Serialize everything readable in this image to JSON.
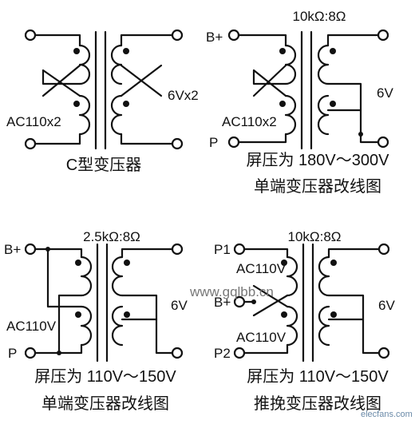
{
  "panels": {
    "c_type": {
      "left_label": "AC110x2",
      "right_label": "6Vx2",
      "caption": "C型变压器"
    },
    "single_180_300": {
      "ratio": "10kΩ:8Ω",
      "input_top": "B+",
      "input_bottom": "P",
      "left_label": "AC110x2",
      "right_label": "6V",
      "caption_line1": "屏压为 180V～300V",
      "caption_line2": "单端变压器改线图"
    },
    "single_110_150": {
      "ratio": "2.5kΩ:8Ω",
      "input_top": "B+",
      "input_bottom": "P",
      "left_label": "AC110V",
      "right_label": "6V",
      "caption_line1": "屏压为 110V～150V",
      "caption_line2": "单端变压器改线图"
    },
    "push_pull": {
      "ratio": "10kΩ:8Ω",
      "input_top": "P1",
      "input_mid": "B+",
      "input_bottom": "P2",
      "upper_label": "AC110V",
      "lower_label": "AC110V",
      "right_label": "6V",
      "caption_line1": "屏压为 110V～150V",
      "caption_line2": "推挽变压器改线图"
    }
  },
  "watermark": "www.gqlbb.cn",
  "footer_logo": "elecfans.com"
}
